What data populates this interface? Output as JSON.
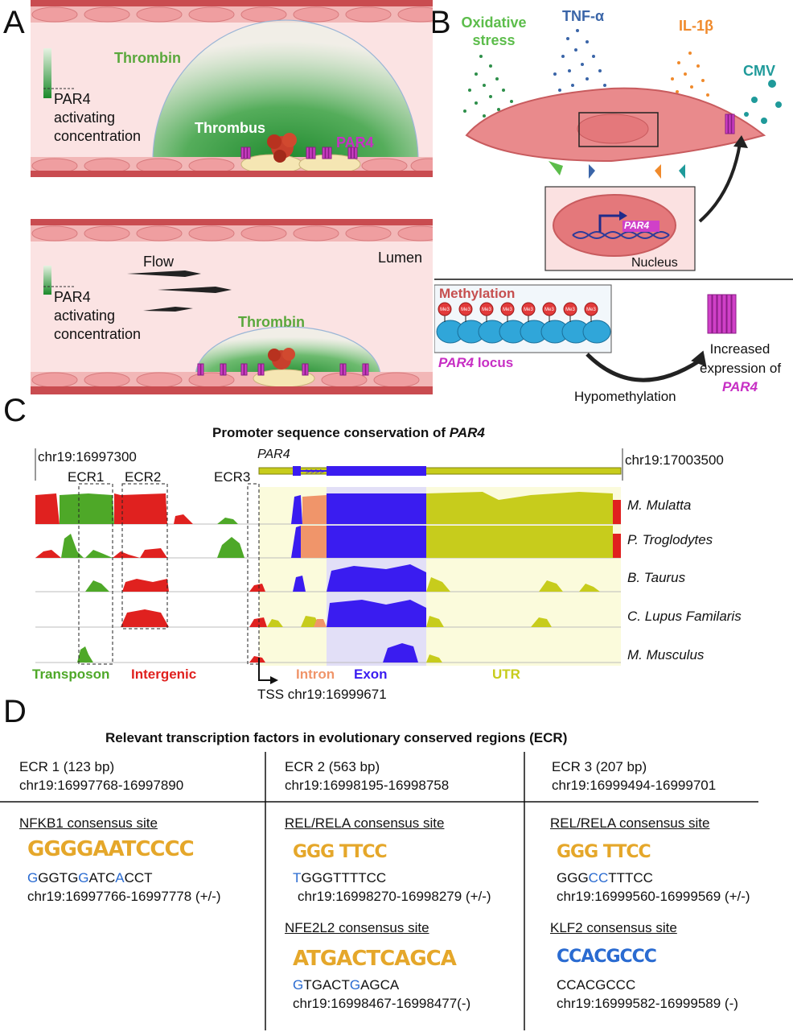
{
  "panels": {
    "a": "A",
    "b": "B",
    "c": "C",
    "d": "D"
  },
  "panel_a": {
    "top": {
      "thrombin": "Thrombin",
      "thrombus": "Thrombus",
      "par4": "PAR4",
      "legend_line1": "PAR4",
      "legend_line2": "activating",
      "legend_line3": "concentration"
    },
    "bottom": {
      "flow": "Flow",
      "lumen": "Lumen",
      "thrombin": "Thrombin",
      "legend_line1": "PAR4",
      "legend_line2": "activating",
      "legend_line3": "concentration"
    }
  },
  "panel_b": {
    "oxidative_line1": "Oxidative",
    "oxidative_line2": "stress",
    "tnf": "TNF-α",
    "il1b": "IL-1β",
    "cmv": "CMV",
    "gene_label": "PAR4",
    "nucleus": "Nucleus",
    "methylation": "Methylation",
    "me3": "Me3",
    "par4_locus_gene": "PAR4",
    "par4_locus_word": " locus",
    "hypomethylation": "Hypomethylation",
    "increased_line1": "Increased",
    "increased_line2": "expression of",
    "increased_gene": "PAR4",
    "colors": {
      "oxidative": "#5cbd4b",
      "tnf": "#3a65a8",
      "il1b": "#f08a2c",
      "cmv": "#1f9a9a"
    }
  },
  "panel_c": {
    "title_prefix": "Promoter sequence conservation of ",
    "title_gene": "PAR4",
    "coord_left": "chr19:16997300",
    "coord_right": "chr19:17003500",
    "gene_label": "PAR4",
    "ecr1": "ECR1",
    "ecr2": "ECR2",
    "ecr3": "ECR3",
    "tss_label": "TSS chr19:16999671",
    "species": [
      "M. Mulatta",
      "P. Troglodytes",
      "B. Taurus",
      "C. Lupus Familaris",
      "M. Musculus"
    ],
    "legend": {
      "transposon": "Transposon",
      "intergenic": "Intergenic",
      "intron": "Intron",
      "exon": "Exon",
      "utr": "UTR"
    },
    "colors": {
      "transposon": "#4ea828",
      "intergenic": "#e0211f",
      "intron": "#f0956a",
      "exon": "#3a1cf0",
      "utr": "#c7cc1c"
    }
  },
  "panel_d": {
    "title": "Relevant transcription factors in evolutionary conserved regions (ECR)",
    "ecr1": {
      "head": "ECR 1 (123 bp)",
      "coords": "chr19:16997768-16997890",
      "site1_title": "NFKB1 consensus site",
      "site1_logo": "GGGGAATCCCC",
      "site1_seq_a": "G",
      "site1_seq_b": "GGTG",
      "site1_seq_c": "G",
      "site1_seq_d": "ATC",
      "site1_seq_e": "A",
      "site1_seq_f": "CCT",
      "site1_loc": "chr19:16997766-16997778 (+/-)"
    },
    "ecr2": {
      "head": "ECR 2 (563 bp)",
      "coords": "chr19:16998195-16998758",
      "site1_title": "REL/RELA consensus site",
      "site1_logo": "GGG TTCC",
      "site1_seq_a": "T",
      "site1_seq_b": "GGGTTTTCC",
      "site1_loc": "chr19:16998270-16998279 (+/-)",
      "site2_title": "NFE2L2 consensus site",
      "site2_logo": "ATGACTCAGCA",
      "site2_seq_a": "G",
      "site2_seq_b": "TGACT",
      "site2_seq_c": "G",
      "site2_seq_d": "AGCA",
      "site2_loc": "chr19:16998467-16998477(-)"
    },
    "ecr3": {
      "head": "ECR 3 (207 bp)",
      "coords": "chr19:16999494-16999701",
      "site1_title": "REL/RELA consensus site",
      "site1_logo": "GGG TTCC",
      "site1_seq_a": "GGG",
      "site1_seq_b": "CC",
      "site1_seq_c": "TTTCC",
      "site1_loc": "chr19:16999560-16999569 (+/-)",
      "site2_title": "KLF2 consensus site",
      "site2_logo": "CCACGCCC",
      "site2_seq": "CCACGCCC",
      "site2_loc": "chr19:16999582-16999589 (-)"
    }
  }
}
